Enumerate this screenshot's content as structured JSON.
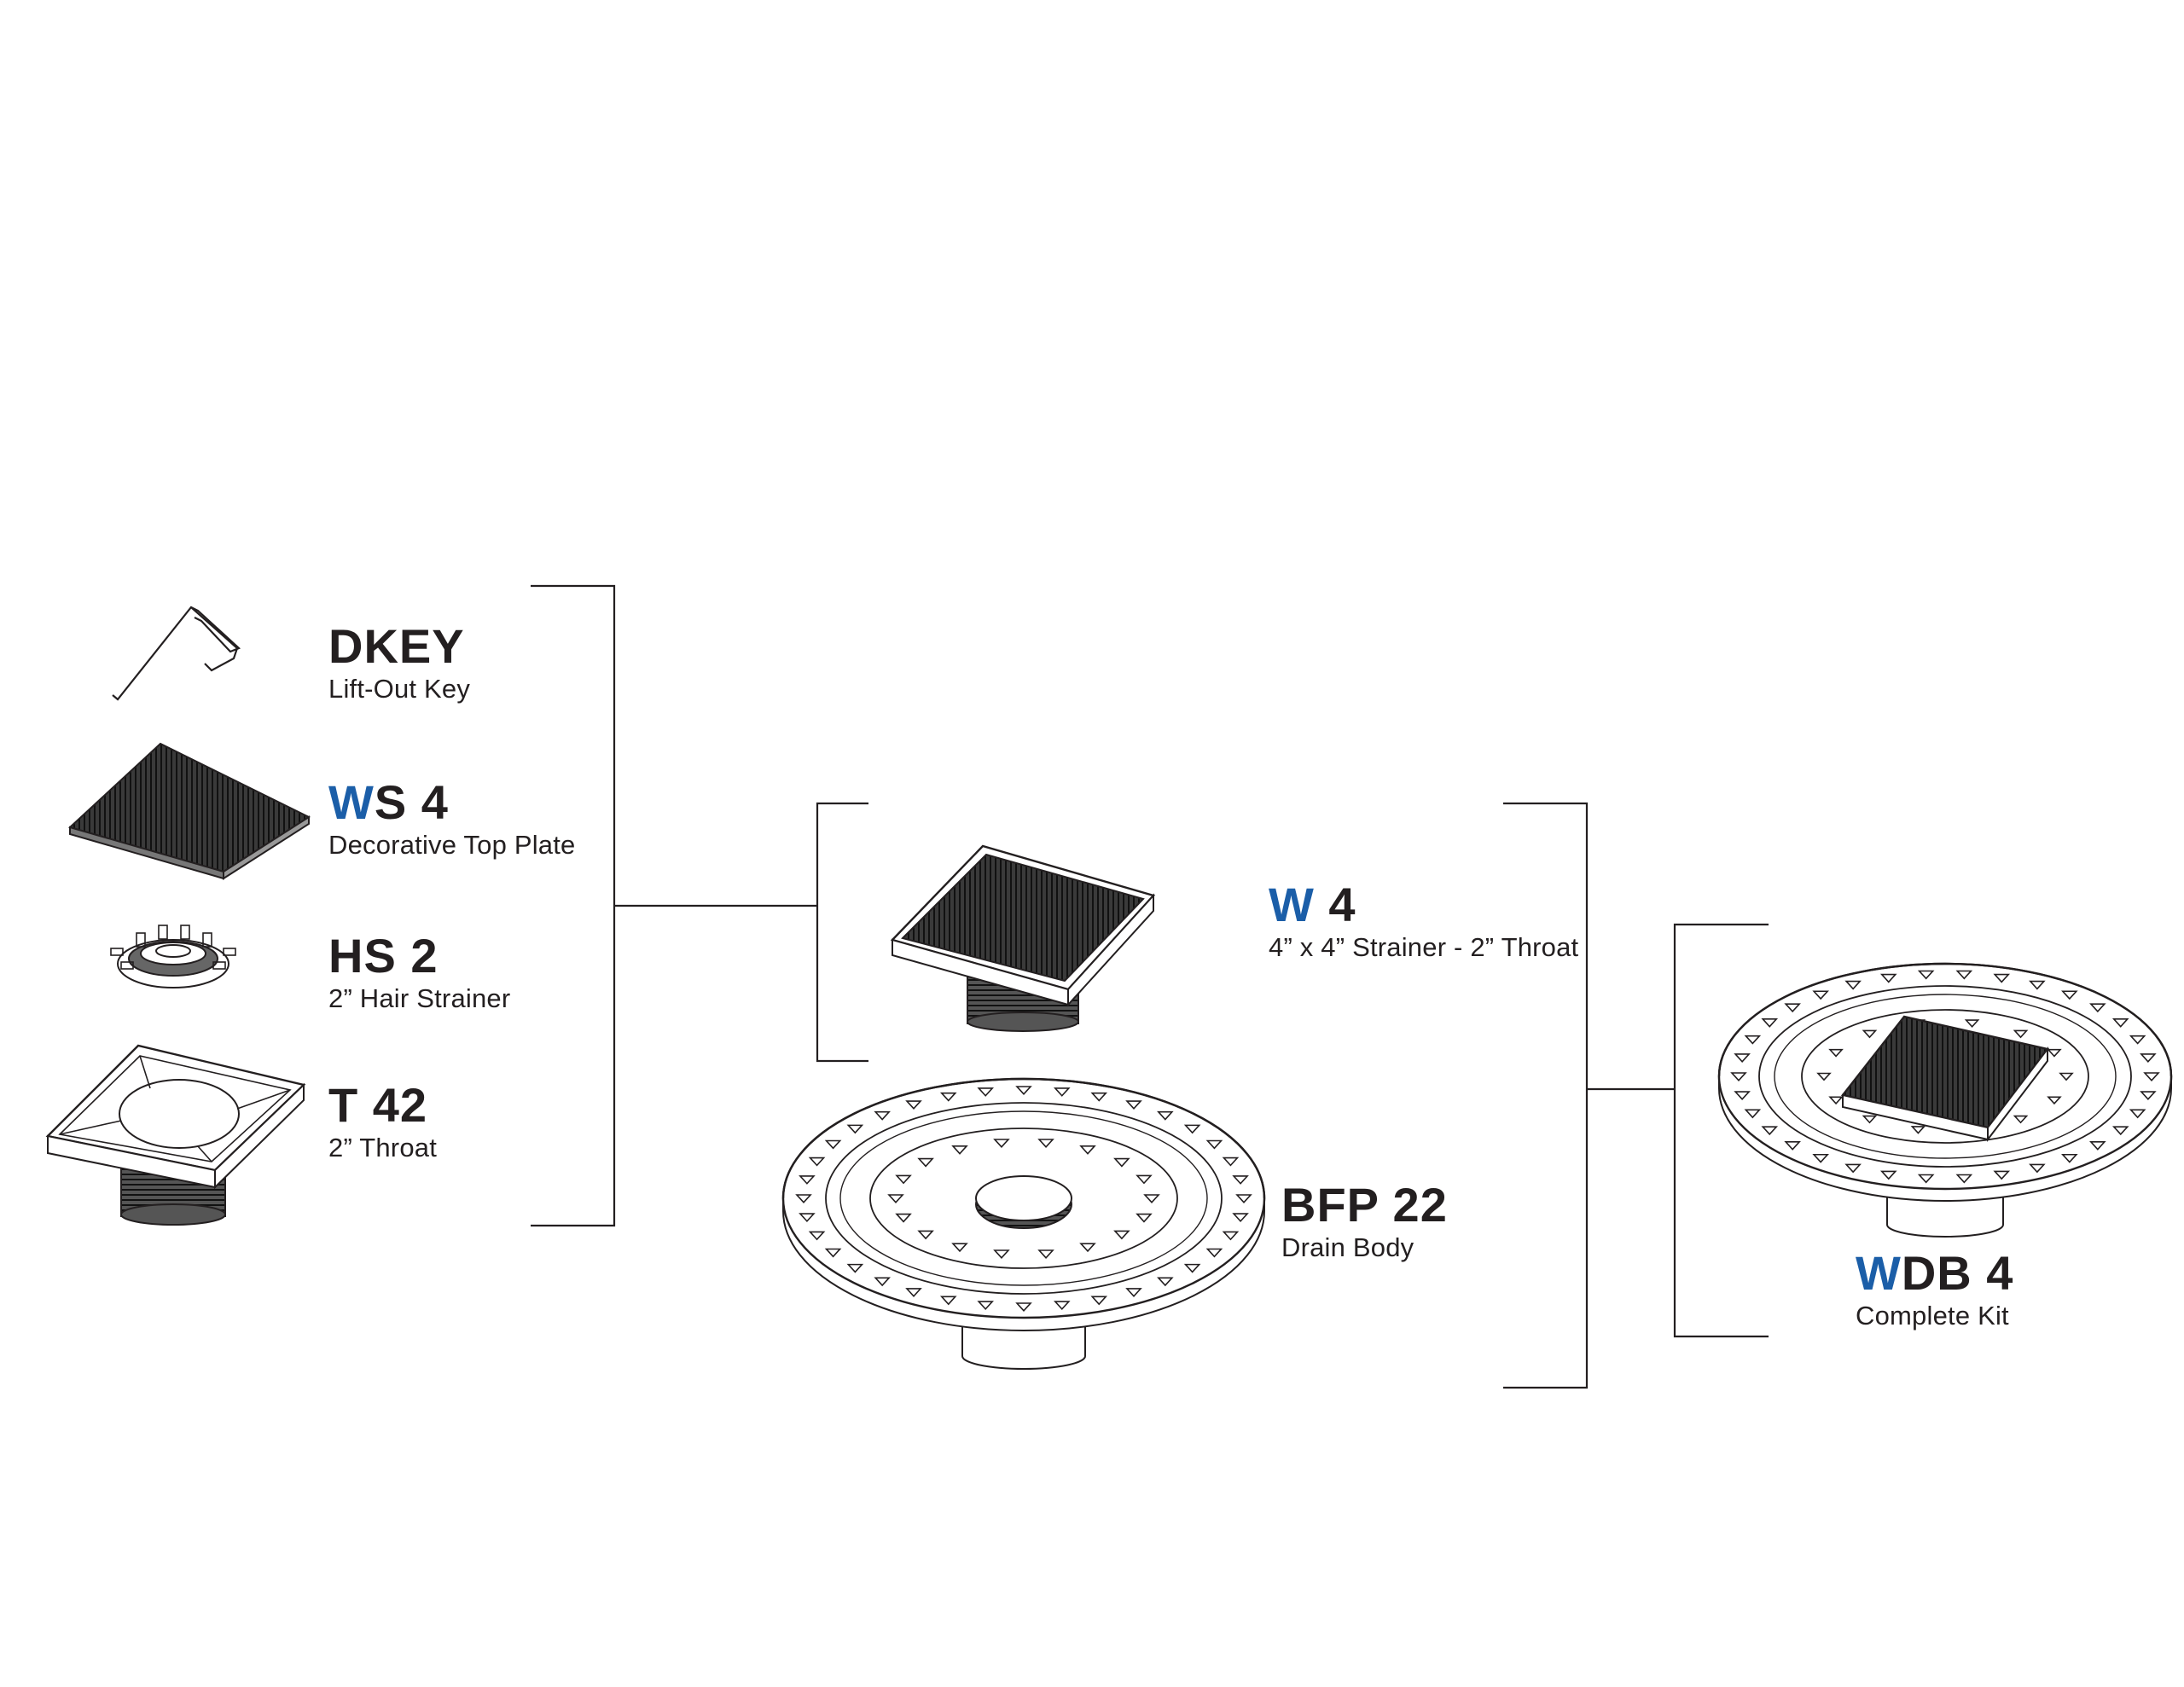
{
  "accent_color": "#1b5ea8",
  "text_color": "#231f20",
  "parts": {
    "dkey": {
      "code_accent": "",
      "code_rest": "DKEY",
      "description": "Lift-Out Key",
      "icon": "lift-out-key-icon"
    },
    "ws4": {
      "code_accent": "W",
      "code_rest": "S 4",
      "description": "Decorative Top Plate",
      "icon": "grate-plate-icon"
    },
    "hs2": {
      "code_accent": "",
      "code_rest": "HS 2",
      "description": "2” Hair Strainer",
      "icon": "hair-strainer-icon"
    },
    "t42": {
      "code_accent": "",
      "code_rest": "T 42",
      "description": "2” Throat",
      "icon": "throat-icon"
    },
    "w4": {
      "code_accent": "W",
      "code_rest": " 4",
      "description": "4” x 4” Strainer - 2” Throat",
      "icon": "strainer-assembly-icon"
    },
    "bfp22": {
      "code_accent": "",
      "code_rest": "BFP 22",
      "description": "Drain Body",
      "icon": "drain-body-icon"
    },
    "wdb4": {
      "code_accent": "W",
      "code_rest": "DB 4",
      "description": "Complete Kit",
      "icon": "complete-kit-icon"
    }
  }
}
